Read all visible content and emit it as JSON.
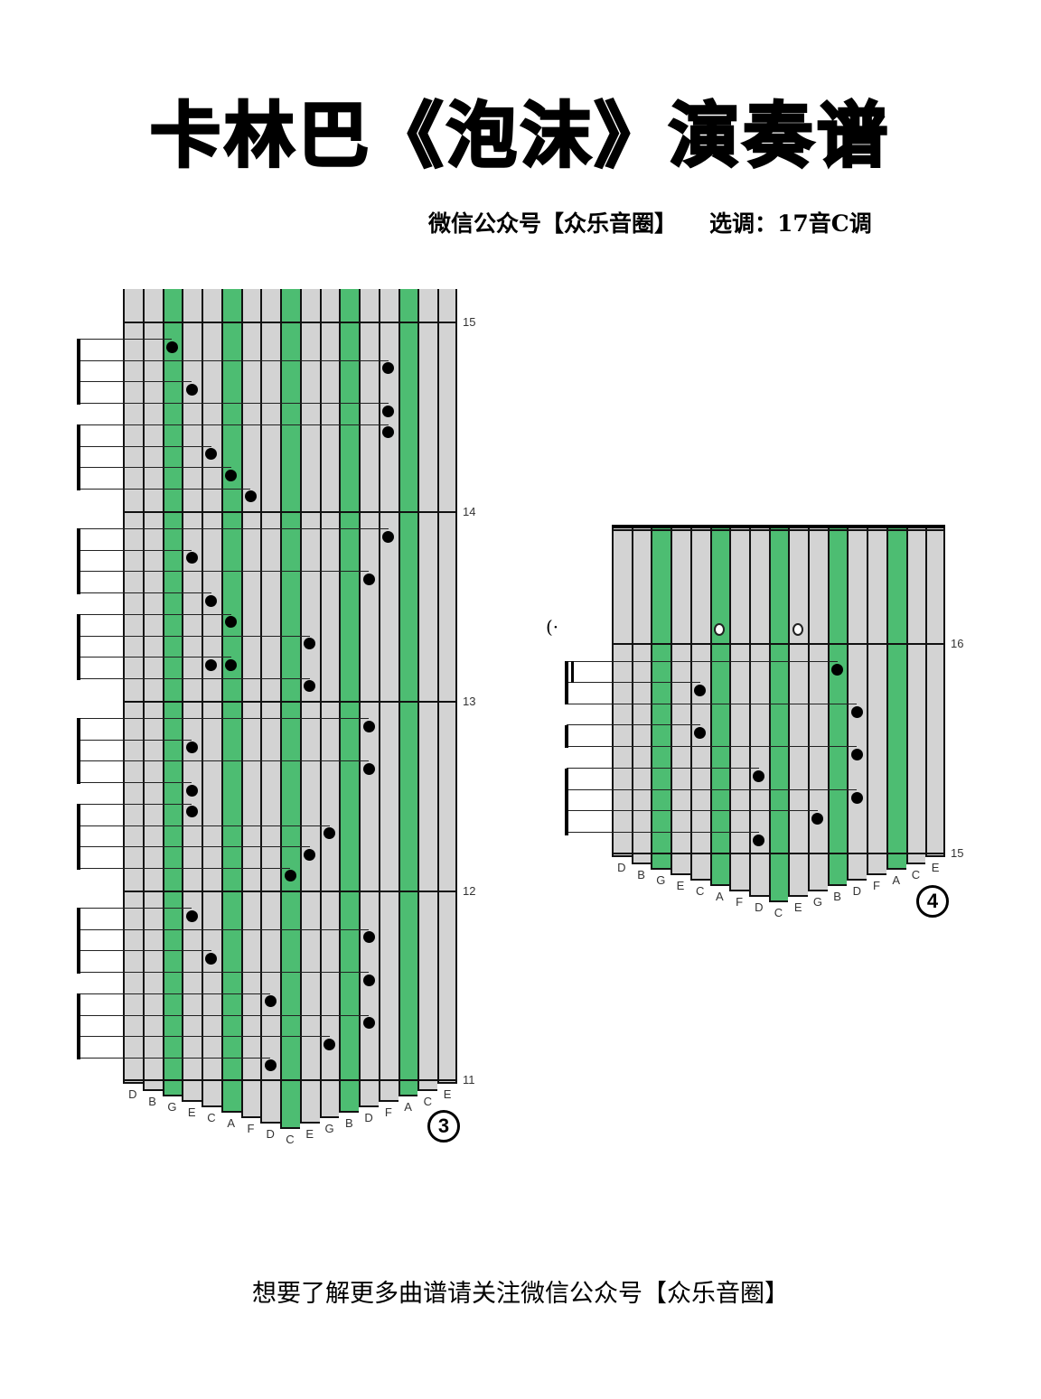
{
  "header": {
    "title": "卡林巴《泡沫》演奏谱",
    "account": "微信公众号【众乐音圈】",
    "key": "选调：17音C调"
  },
  "footer": {
    "text": "想要了解更多曲谱请关注微信公众号【众乐音圈】"
  },
  "tines": [
    "D",
    "B",
    "G",
    "E",
    "C",
    "A",
    "F",
    "D",
    "C",
    "E",
    "G",
    "B",
    "D",
    "F",
    "A",
    "C",
    "E"
  ],
  "green_tines": [
    2,
    5,
    8,
    11,
    14
  ],
  "colors": {
    "tine_gray": "#d3d3d3",
    "tine_green": "#4dbd72",
    "ink": "#000000"
  },
  "sections": [
    {
      "number": "3",
      "measure_labels": [
        "15",
        "14",
        "13",
        "12",
        "11"
      ],
      "measures": [
        {
          "label": "15",
          "notes": [
            [
              2
            ],
            [
              13
            ],
            [
              3
            ],
            [
              13
            ],
            [
              13
            ],
            [
              4
            ],
            [
              5
            ],
            [
              6
            ]
          ],
          "beams": [
            [
              0,
              3
            ],
            [
              4,
              7
            ]
          ]
        },
        {
          "label": "14",
          "notes": [
            [
              13
            ],
            [
              3
            ],
            [
              12
            ],
            [
              4
            ],
            [
              5
            ],
            [
              9
            ],
            [
              4,
              5
            ],
            [
              9
            ]
          ],
          "beams": [
            [
              0,
              3
            ],
            [
              4,
              7
            ]
          ]
        },
        {
          "label": "13",
          "notes": [
            [
              12
            ],
            [
              3
            ],
            [
              12
            ],
            [
              3
            ],
            [
              3
            ],
            [
              10
            ],
            [
              9
            ],
            [
              8
            ]
          ],
          "beams": [
            [
              0,
              3
            ],
            [
              4,
              7
            ]
          ]
        },
        {
          "label": "12",
          "notes": [
            [
              3
            ],
            [
              12
            ],
            [
              4
            ],
            [
              12
            ],
            [
              7
            ],
            [
              12
            ],
            [
              10
            ],
            [
              7
            ]
          ],
          "beams": [
            [
              0,
              3
            ],
            [
              4,
              7
            ]
          ]
        }
      ]
    },
    {
      "number": "4",
      "measure_labels": [
        "16",
        "15"
      ],
      "open_notes": [
        5,
        9
      ],
      "fermata": "(·",
      "measures": [
        {
          "label": "15",
          "notes": [
            [
              11
            ],
            [
              4
            ],
            [
              12
            ],
            [
              4
            ],
            [
              12
            ],
            [
              7
            ],
            [
              12
            ],
            [
              10
            ],
            [
              7
            ]
          ]
        }
      ]
    }
  ]
}
